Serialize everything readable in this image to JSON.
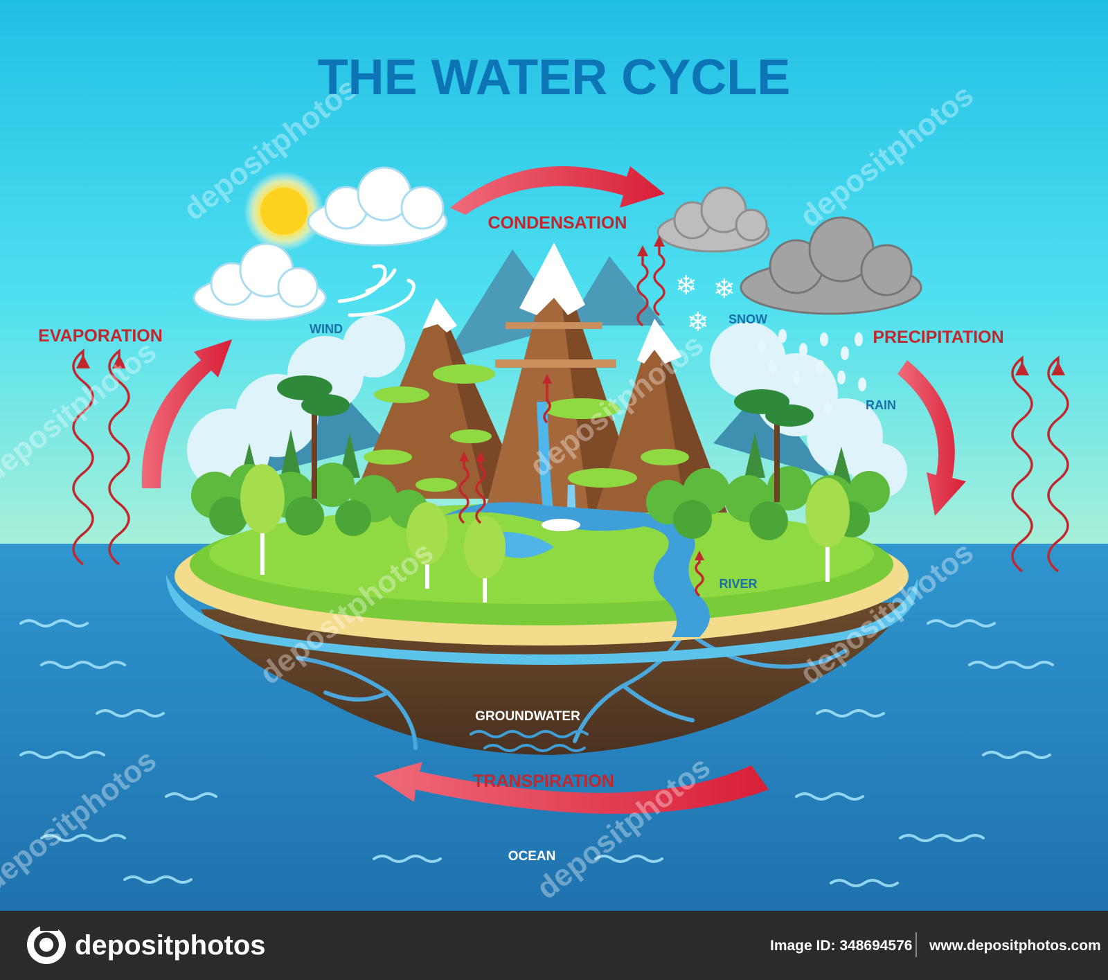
{
  "title": "THE WATER CYCLE",
  "labels": {
    "condensation": "CONDENSATION",
    "evaporation": "EVAPORATION",
    "precipitation": "PRECIPITATION",
    "transpiration": "TRANSPIRATION",
    "wind": "WIND",
    "snow": "SNOW",
    "rain": "RAIN",
    "river": "RIVER",
    "groundwater": "GROUNDWATER",
    "ocean": "OCEAN"
  },
  "watermark": "depositphotos",
  "footer": {
    "brand": "depositphotos",
    "image_id": "Image ID: 348694576",
    "url": "www.depositphotos.com"
  },
  "colors": {
    "title": "#0d74b6",
    "process_label": "#c2272d",
    "place_label": "#1b6fa8",
    "arrow": "#e23a4c",
    "sky_top": "#2bc7e8",
    "ocean": "#2a8cc8",
    "footer_bg": "#2b2b2b"
  }
}
